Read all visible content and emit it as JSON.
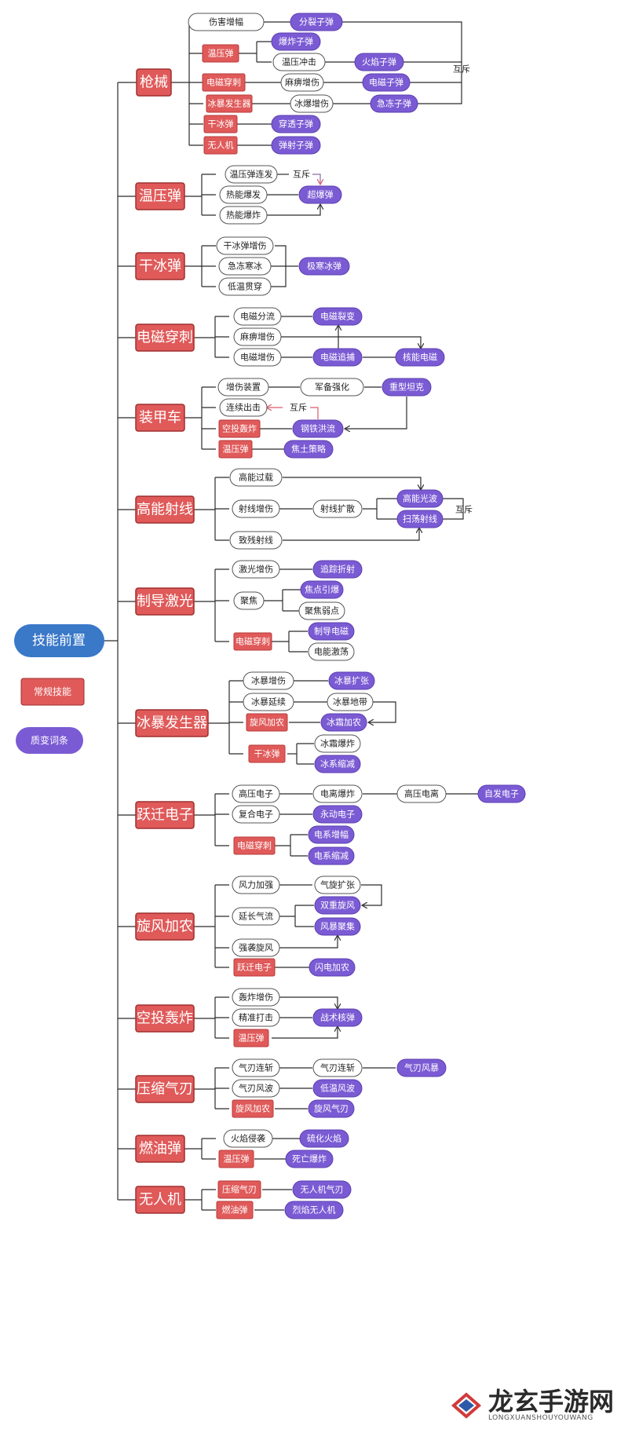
{
  "root": {
    "label": "技能前置"
  },
  "legend": {
    "normal": "常规技能",
    "mutation": "质变词条"
  },
  "colors": {
    "normal": "#e05a5a",
    "mutation": "#7b5bd4",
    "root": "#3a78c8",
    "line": "#2b2b2b",
    "arrow_red": "#d95a6a",
    "arrow_dark": "#333333"
  },
  "watermark": {
    "name": "龙玄手游网",
    "url": "LONGXUANSHOUYOUWANG"
  },
  "categories": [
    {
      "key": "qiangxie",
      "label": "枪械",
      "nodes": [
        "伤害增幅",
        "分裂子弹",
        "温压弹",
        "爆炸子弹",
        "温压冲击",
        "火焰子弹",
        "电磁穿刺",
        "麻痹增伤",
        "电磁子弹",
        "冰暴发生器",
        "冰爆增伤",
        "急冻子弹",
        "干冰弹",
        "穿透子弹",
        "无人机",
        "弹射子弹"
      ],
      "notes": [
        "互斥"
      ]
    },
    {
      "key": "wenyadan",
      "label": "温压弹",
      "nodes": [
        "温压弹连发",
        "热能爆发",
        "热能爆炸",
        "超爆弹"
      ],
      "notes": [
        "互斥"
      ]
    },
    {
      "key": "ganbingdan",
      "label": "干冰弹",
      "nodes": [
        "干冰弹增伤",
        "急冻寒冰",
        "低温贯穿",
        "极寒冰弹"
      ],
      "notes": []
    },
    {
      "key": "dianci",
      "label": "电磁穿刺",
      "nodes": [
        "电磁分流",
        "麻痹增伤",
        "电磁增伤",
        "电磁裂变",
        "电磁追捕",
        "核能电磁"
      ],
      "notes": []
    },
    {
      "key": "zhuangjia",
      "label": "装甲车",
      "nodes": [
        "增伤装置",
        "军备强化",
        "重型坦克",
        "连续出击",
        "空投轰炸",
        "钢铁洪流",
        "温压弹",
        "焦土策略"
      ],
      "notes": [
        "互斥"
      ]
    },
    {
      "key": "gaoneng",
      "label": "高能射线",
      "nodes": [
        "高能过载",
        "射线增伤",
        "射线扩散",
        "高能光波",
        "扫荡射线",
        "致残射线"
      ],
      "notes": [
        "互斥"
      ]
    },
    {
      "key": "zhidao",
      "label": "制导激光",
      "nodes": [
        "激光增伤",
        "追踪折射",
        "聚焦",
        "焦点引爆",
        "聚焦弱点",
        "电磁穿刺",
        "制导电磁",
        "电能激荡"
      ],
      "notes": []
    },
    {
      "key": "bingbao",
      "label": "冰暴发生器",
      "nodes": [
        "冰暴增伤",
        "冰暴扩张",
        "冰暴延续",
        "冰暴地带",
        "旋风加农",
        "冰霜加农",
        "干冰弹",
        "冰霜爆炸",
        "冰系缩减"
      ],
      "notes": []
    },
    {
      "key": "yueqian",
      "label": "跃迁电子",
      "nodes": [
        "高压电子",
        "电离爆炸",
        "高压电离",
        "自发电子",
        "复合电子",
        "永动电子",
        "电磁穿刺",
        "电系增幅",
        "电系缩减"
      ],
      "notes": []
    },
    {
      "key": "xuanfeng",
      "label": "旋风加农",
      "nodes": [
        "风力加强",
        "气旋扩张",
        "延长气流",
        "双重旋风",
        "风暴聚集",
        "强袭旋风",
        "跃迁电子",
        "闪电加农"
      ],
      "notes": []
    },
    {
      "key": "kongtou",
      "label": "空投轰炸",
      "nodes": [
        "轰炸增伤",
        "精准打击",
        "战术核弹",
        "温压弹"
      ],
      "notes": []
    },
    {
      "key": "yasuo",
      "label": "压缩气刃",
      "nodes": [
        "气刃连斩",
        "气刃连斩",
        "气刃风暴",
        "气刃风波",
        "低温风波",
        "旋风加农",
        "旋风气刃"
      ],
      "notes": []
    },
    {
      "key": "ranyou",
      "label": "燃油弹",
      "nodes": [
        "火焰侵袭",
        "硫化火焰",
        "温压弹",
        "死亡爆炸"
      ],
      "notes": []
    },
    {
      "key": "wurenji",
      "label": "无人机",
      "nodes": [
        "压缩气刃",
        "无人机气刃",
        "燃油弹",
        "烈焰无人机"
      ],
      "notes": []
    }
  ]
}
